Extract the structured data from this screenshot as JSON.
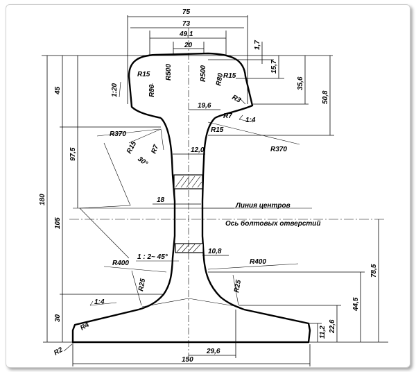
{
  "dimensions": {
    "d75": "75",
    "d73": "73",
    "d49_1": "49,1",
    "d20": "20",
    "d1_7": "1,7",
    "d15_7": "15,7",
    "d35_6": "35,6",
    "d50_8": "50,8",
    "d19_6": "19,6",
    "d12_0": "12,0",
    "d18": "18",
    "d10_8": "10,8",
    "d29_6": "29,6",
    "d150": "150",
    "d11_2": "11,2",
    "d22_6": "22,6",
    "d44_5": "44,5",
    "d78_5": "78,5",
    "d180": "180",
    "d45": "45",
    "d97_5": "97,5",
    "d105": "105",
    "d30": "30"
  },
  "radii": {
    "r15_left": "R15",
    "r80_left": "R80",
    "r500_left": "R500",
    "r500_right": "R500",
    "r80_right": "R80",
    "r15_right": "R15",
    "r3": "R3",
    "r7_right": "R7",
    "r15_neck_right": "R15",
    "r370_left": "R370",
    "r370_right": "R370",
    "r15_neck_left": "R15",
    "r7_left": "R7",
    "r400_left": "R400",
    "r400_right": "R400",
    "r25_left": "R25",
    "r25_right": "R25",
    "r4": "R4",
    "r2": "R2"
  },
  "slopes": {
    "s1_20": "1:20",
    "s1_4_head": "1:4",
    "s1_4_base": "1:4",
    "angle30": "30°",
    "chamfer": "1 : 2~ 45°"
  },
  "labels": {
    "center_line": "Линия центров",
    "bolt_axis": "Ось болтовых отверстий"
  }
}
